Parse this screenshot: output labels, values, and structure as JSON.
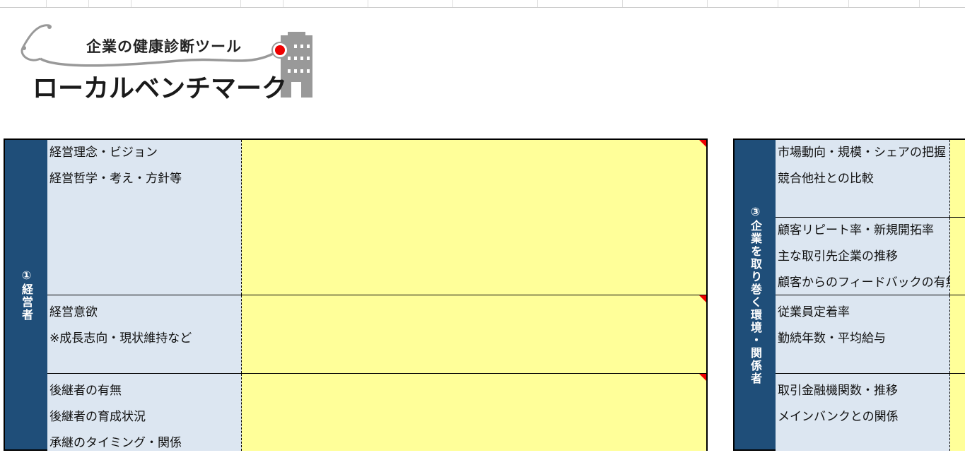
{
  "logo": {
    "subtitle": "企業の健康診断ツール",
    "title": "ローカルベンチマーク"
  },
  "section1": {
    "heading": "①経営者",
    "rows": [
      {
        "lines": [
          "経営理念・ビジョン",
          "経営哲学・考え・方針等"
        ],
        "value": ""
      },
      {
        "lines": [
          "経営意欲",
          "※成長志向・現状維持など"
        ],
        "value": ""
      },
      {
        "lines": [
          "後継者の有無",
          "後継者の育成状況",
          "承継のタイミング・関係"
        ],
        "value": ""
      }
    ]
  },
  "section3": {
    "heading": "③企業を取り巻く環境・関係者",
    "rows": [
      {
        "lines": [
          "市場動向・規模・シェアの把握",
          "競合他社との比較"
        ],
        "value": ""
      },
      {
        "lines": [
          "顧客リピート率・新規開拓率",
          "主な取引先企業の推移",
          "顧客からのフィードバックの有無"
        ],
        "value": ""
      },
      {
        "lines": [
          "従業員定着率",
          "勤続年数・平均給与"
        ],
        "value": ""
      },
      {
        "lines": [
          "取引金融機関数・推移",
          "メインバンクとの関係"
        ],
        "value": ""
      }
    ]
  },
  "colors": {
    "header": "#1f4e79",
    "label": "#dce6f1",
    "input": "#ffff99",
    "comment": "#e00000"
  }
}
